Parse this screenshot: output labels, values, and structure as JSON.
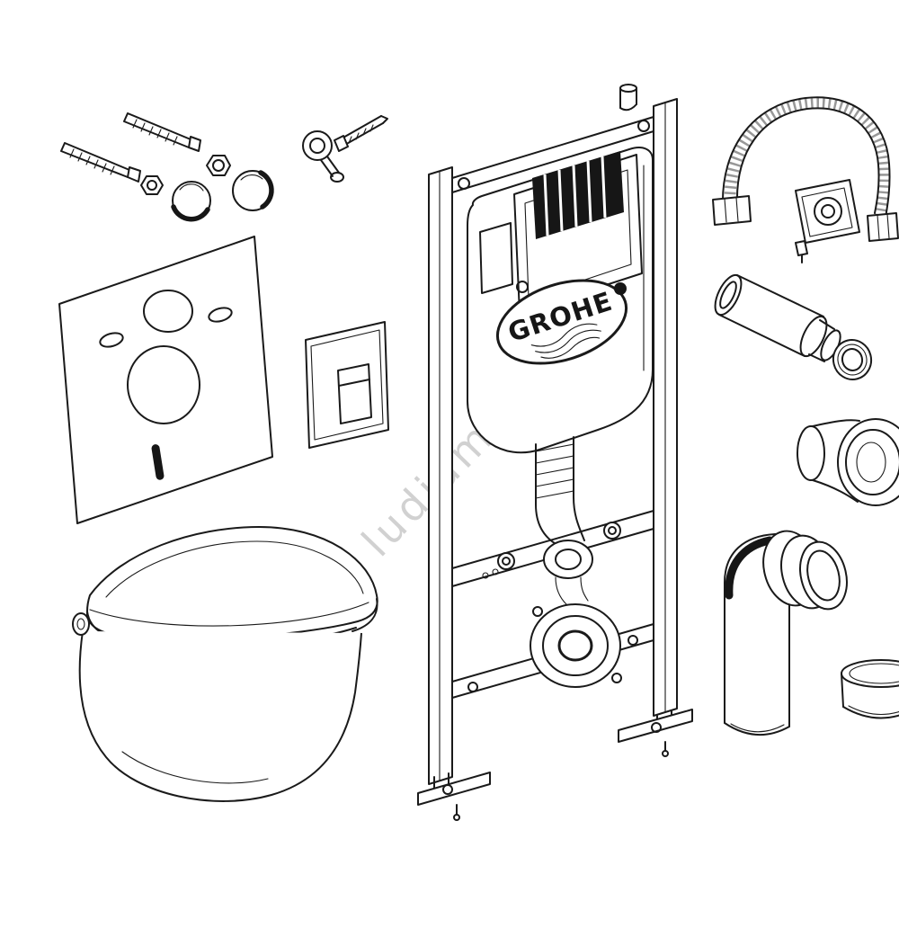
{
  "page": {
    "background_color": "#ffffff",
    "line_color": "#1a1a1a",
    "watermark_color": "#b3b3b3"
  },
  "diagram": {
    "brand_label": "GROHE",
    "watermark": "ludiamo.it",
    "parts": [
      "fixing-screw-short",
      "fixing-screw-long",
      "hex-nut-small",
      "hex-nut-large",
      "cover-cap-left",
      "cover-cap-right",
      "wall-anchor-with-screw",
      "sound-insulation-mat",
      "flush-actuator-plate",
      "installation-frame",
      "concealed-cistern",
      "flush-bend-pipe",
      "outlet-flange",
      "frame-foot-left",
      "frame-foot-right",
      "water-supply-hose",
      "mounting-bracket-valve",
      "flush-pipe",
      "seal-ring",
      "wall-sleeve-cone",
      "outlet-elbow-connector",
      "protective-cap",
      "wall-hung-toilet"
    ]
  }
}
